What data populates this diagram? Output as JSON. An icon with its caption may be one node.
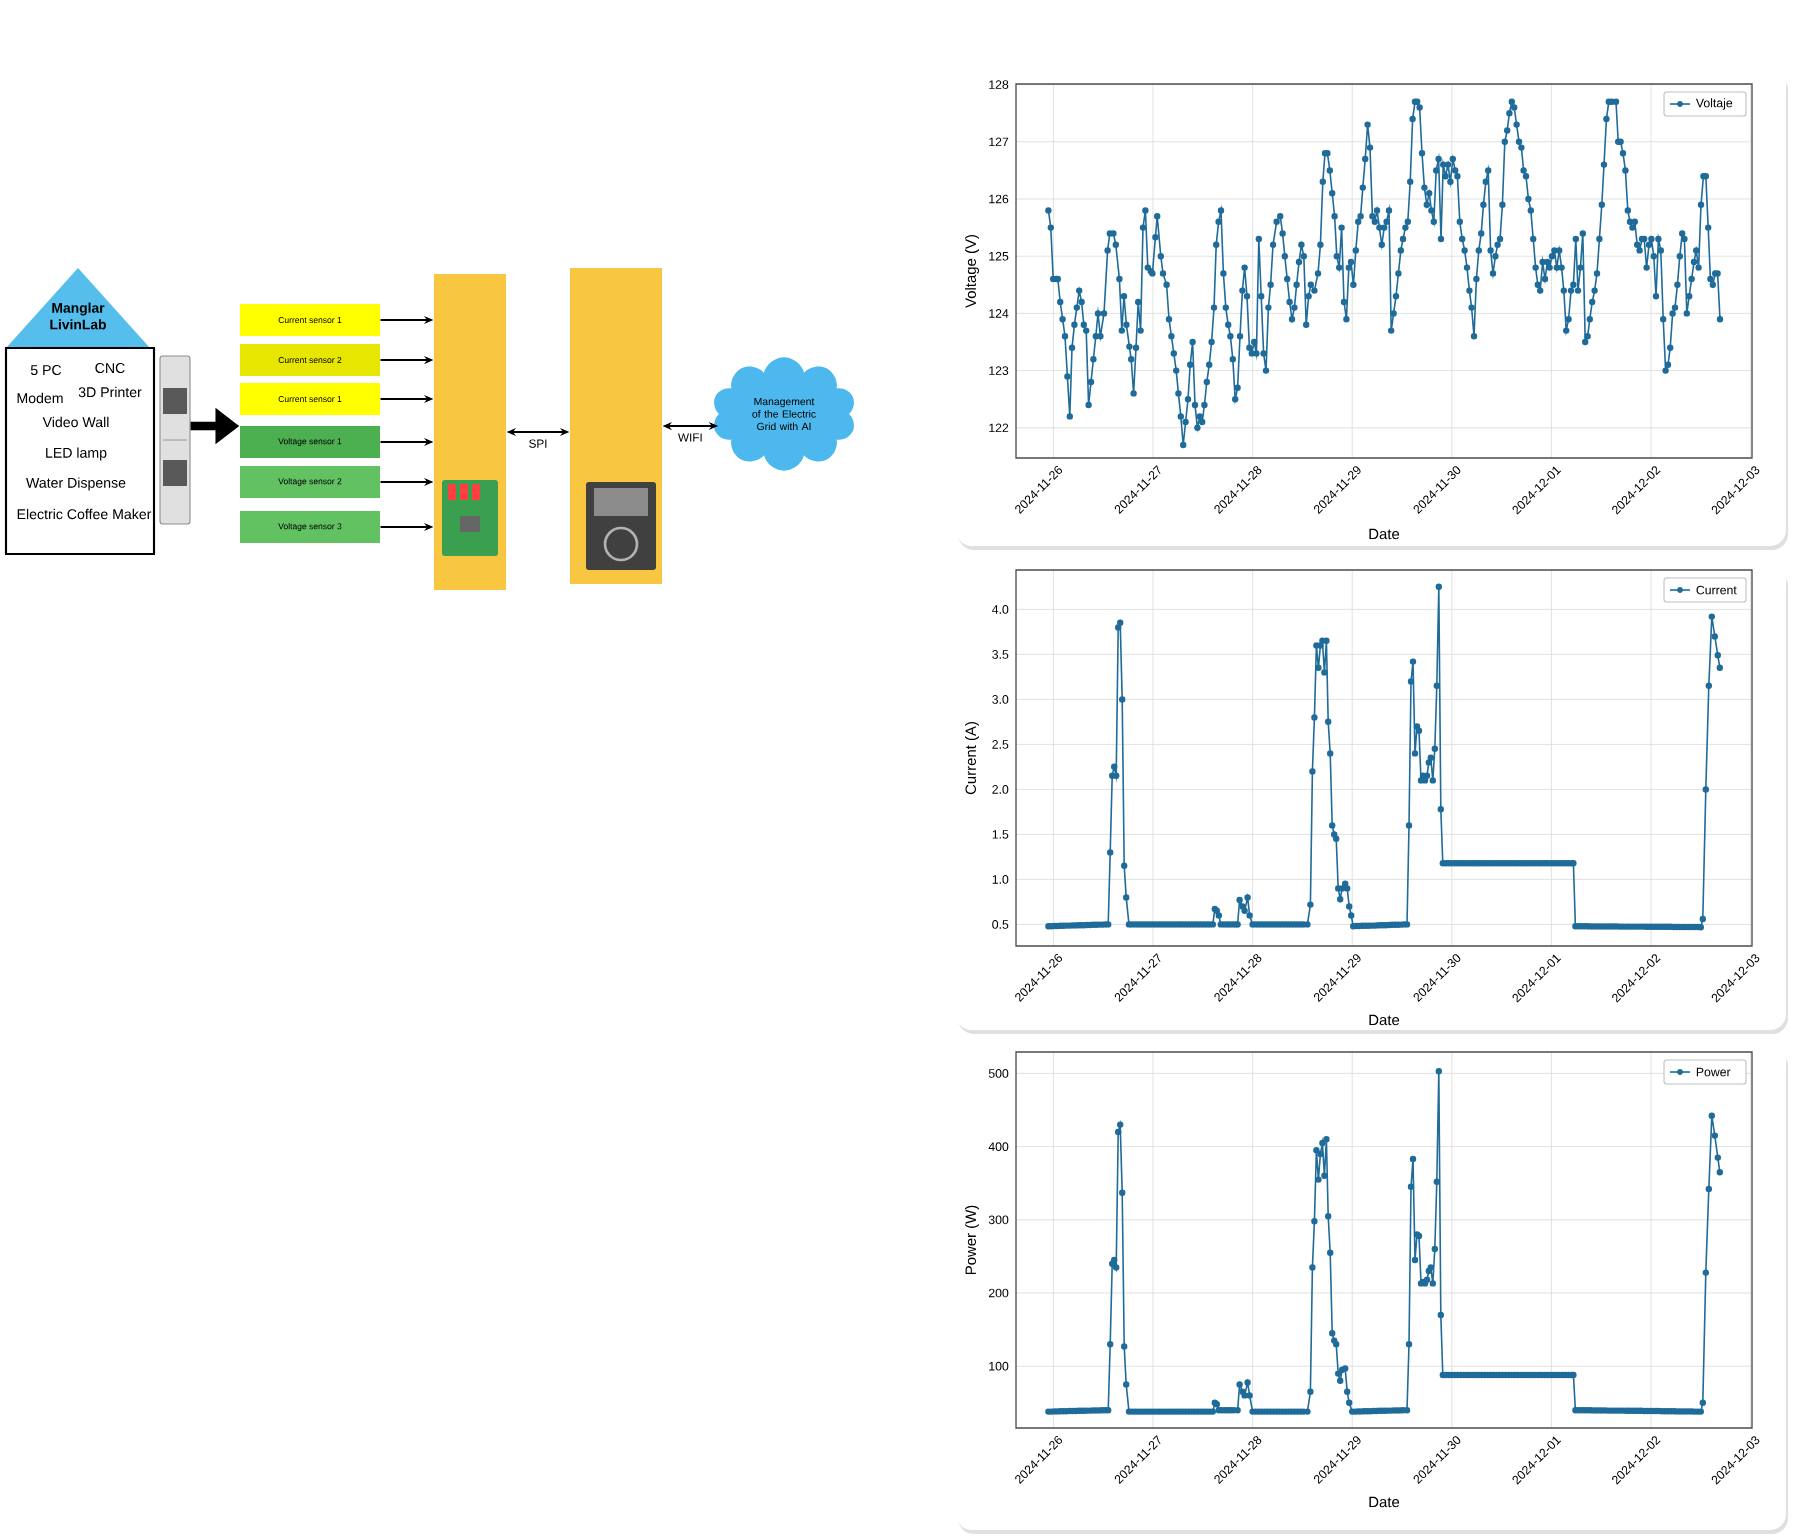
{
  "diagram": {
    "nodes": [
      {
        "text": [
          "Manglar LivinLab"
        ]
      },
      {
        "text": [
          "5 PC",
          "CNC",
          "Modem",
          "3D Printer",
          "Video Wall",
          "LED lamp",
          "Water Dispense",
          "Electric Coffee Maker"
        ]
      },
      {
        "text": [],
        "shape": "picture"
      },
      {
        "text": [
          "Current sensor 1"
        ]
      },
      {
        "text": [
          "Current sensor 2"
        ]
      },
      {
        "text": [
          "Current sensor 1"
        ]
      },
      {
        "text": [
          "Voltage sensor 1"
        ]
      },
      {
        "text": [
          "Voltage sensor 2"
        ]
      },
      {
        "text": [
          "Voltage sensor 3"
        ]
      },
      {
        "text": [],
        "shape": "bar"
      },
      {
        "text": [],
        "shape": "bar"
      },
      {
        "text": [
          "Management of the Electric Grid with AI"
        ]
      }
    ],
    "edges": [
      {
        "from": 2,
        "to": 6,
        "arrow": "to",
        "style": "thick"
      },
      {
        "from": 3,
        "to": 9,
        "arrow": "to"
      },
      {
        "from": 4,
        "to": 9,
        "arrow": "to"
      },
      {
        "from": 5,
        "to": 9,
        "arrow": "to"
      },
      {
        "from": 6,
        "to": 9,
        "arrow": "to"
      },
      {
        "from": 7,
        "to": 9,
        "arrow": "to"
      },
      {
        "from": 8,
        "to": 9,
        "arrow": "to"
      },
      {
        "from": 9,
        "to": 10,
        "arrow": "both",
        "label": "SPI"
      },
      {
        "from": 10,
        "to": 11,
        "arrow": "both",
        "label": "WIFI"
      }
    ],
    "labels": [
      "128",
      "127",
      "126",
      "125",
      "124",
      "123",
      "122",
      "Voltage (V)",
      "2024-11-26",
      "2024-11-27",
      "2024-11-28",
      "2024-11-29",
      "2024-11-30",
      "2024-12-01",
      "2024-12-02",
      "2024-12-03",
      "Date",
      "4.0",
      "3.5",
      "3.0",
      "2.5",
      "2.0",
      "1.5",
      "1.0",
      "0.5",
      "Current (A)",
      "2024-11-26",
      "2024-11-27",
      "2024-11-28",
      "2024-11-29",
      "2024-11-30",
      "2024-12-01",
      "2024-12-02",
      "2024-12-03",
      "Date",
      "500",
      "400",
      "300",
      "200",
      "100",
      "Power (W)",
      "2024-11-26",
      "2024-11-27",
      "2024-11-28",
      "2024-11-29",
      "2024-11-30",
      "2024-12-01",
      "2024-12-02",
      "2024-12-03",
      "Date"
    ],
    "legend": [
      {
        "text": "Voltaje"
      },
      {
        "text": "Current"
      },
      {
        "text": "Power"
      }
    ]
  }
}
